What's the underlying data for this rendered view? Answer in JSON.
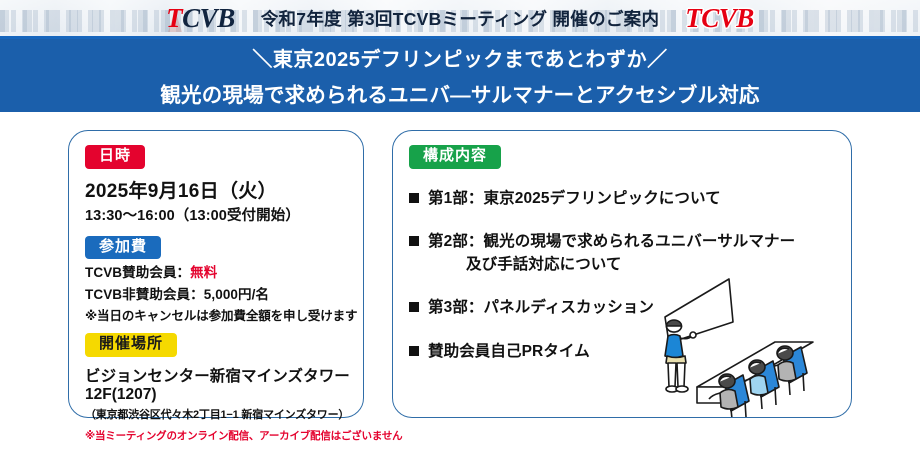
{
  "header": {
    "logo_left_t": "T",
    "logo_left_rest": "CVB",
    "title": "令和7年度 第3回TCVBミーティング 開催のご案内",
    "logo_right": "TCVB"
  },
  "banner": {
    "line1": "＼東京2025デフリンピックまであとわずか／",
    "line2": "観光の現場で求められるユニバ―サルマナーとアクセシブル対応"
  },
  "left_card": {
    "datetime_badge": "日時",
    "date": "2025年9月16日（火）",
    "time": "13:30〜16:00（13:00受付開始）",
    "fee_badge": "参加費",
    "fee_member_label": "TCVB賛助会員：",
    "fee_member_value": "無料",
    "fee_nonmember": "TCVB非賛助会員：5,000円/名",
    "cancel_note": "※当日のキャンセルは参加費全額を申し受けます",
    "venue_badge": "開催場所",
    "venue_name": "ビジョンセンター新宿マインズタワー",
    "venue_floor": "12F(1207)",
    "venue_address": "（東京都渋谷区代々木2丁目1−1 新宿マインズタワー）",
    "venue_warning": "※当ミーティングのオンライン配信、アーカイブ配信はございません"
  },
  "right_card": {
    "badge": "構成内容",
    "items": [
      {
        "text": "第1部：東京2025デフリンピックについて",
        "cont": ""
      },
      {
        "text": "第2部：観光の現場で求められるユニバーサルマナー",
        "cont": "及び手話対応について"
      },
      {
        "text": "第3部：パネルディスカッション",
        "cont": ""
      },
      {
        "text": "賛助会員自己PRタイム",
        "cont": ""
      }
    ]
  },
  "colors": {
    "banner_blue": "#1b5fab",
    "badge_red": "#e4032e",
    "badge_blue": "#1a6bbd",
    "badge_yellow": "#f5d900",
    "badge_green": "#17a24a",
    "logo_red": "#e60012",
    "card_border": "#2f6da8"
  },
  "illustration": {
    "name": "seminar-illustration"
  }
}
